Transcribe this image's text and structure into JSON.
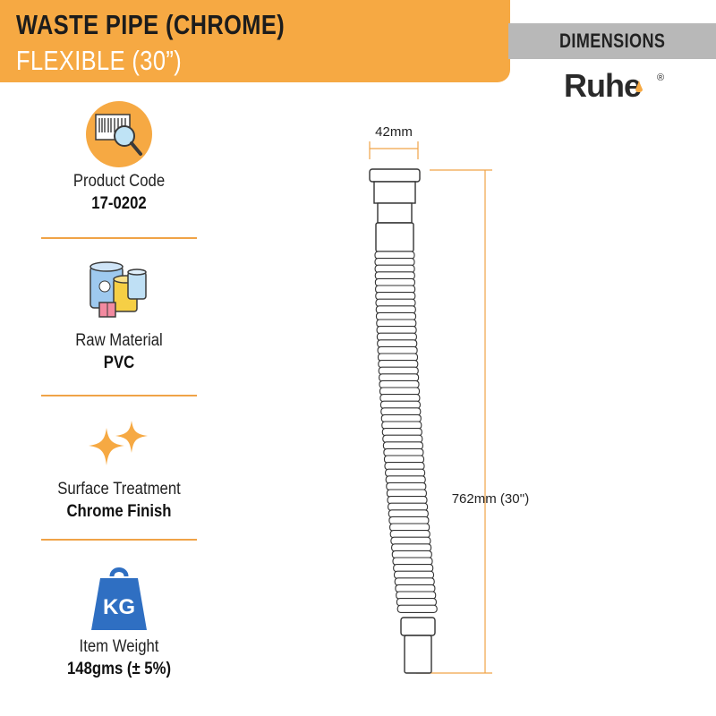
{
  "header": {
    "title": "WASTE PIPE (CHROME)",
    "subtitle": "FLEXIBLE (30”)",
    "badge": "DIMENSIONS",
    "brand": "Ruhe",
    "brand_mark": "®"
  },
  "features": [
    {
      "icon": "barcode-magnifier-icon",
      "label": "Product Code",
      "value": "17-0202"
    },
    {
      "icon": "material-cans-icon",
      "label": "Raw Material",
      "value": "PVC"
    },
    {
      "icon": "sparkle-icon",
      "label": "Surface Treatment",
      "value": "Chrome Finish"
    },
    {
      "icon": "kg-weight-icon",
      "label": "Item Weight",
      "value": "148gms (± 5%)",
      "icon_text": "KG"
    }
  ],
  "dimensions": {
    "width": "42mm",
    "length": "762mm (30'')"
  },
  "colors": {
    "accent": "#f6a943",
    "badge_gray": "#b8b8b8",
    "divider": "#f0a347",
    "weight_blue": "#2f6fc2"
  }
}
